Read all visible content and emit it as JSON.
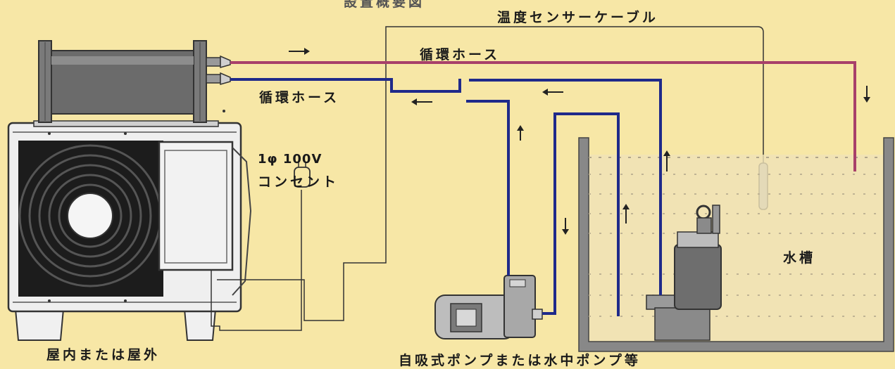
{
  "labels": {
    "title_partial": "設置概要図",
    "temp_sensor_cable": "温度センサーケーブル",
    "circulation_hose_top": "循環ホース",
    "circulation_hose_left": "循環ホース",
    "power_phase": "1φ 100V",
    "power_outlet": "コンセント",
    "water_tank": "水槽",
    "indoor_outdoor": "屋内または屋外",
    "pump_note": "自吸式ポンプまたは水中ポンプ等"
  },
  "colors": {
    "background": "#f7e7a6",
    "hot_hose": "#a8406a",
    "cold_hose": "#1f2a8a",
    "outline": "#333333",
    "unit_body": "#efefef",
    "heat_exchanger": "#6b6b6b"
  }
}
